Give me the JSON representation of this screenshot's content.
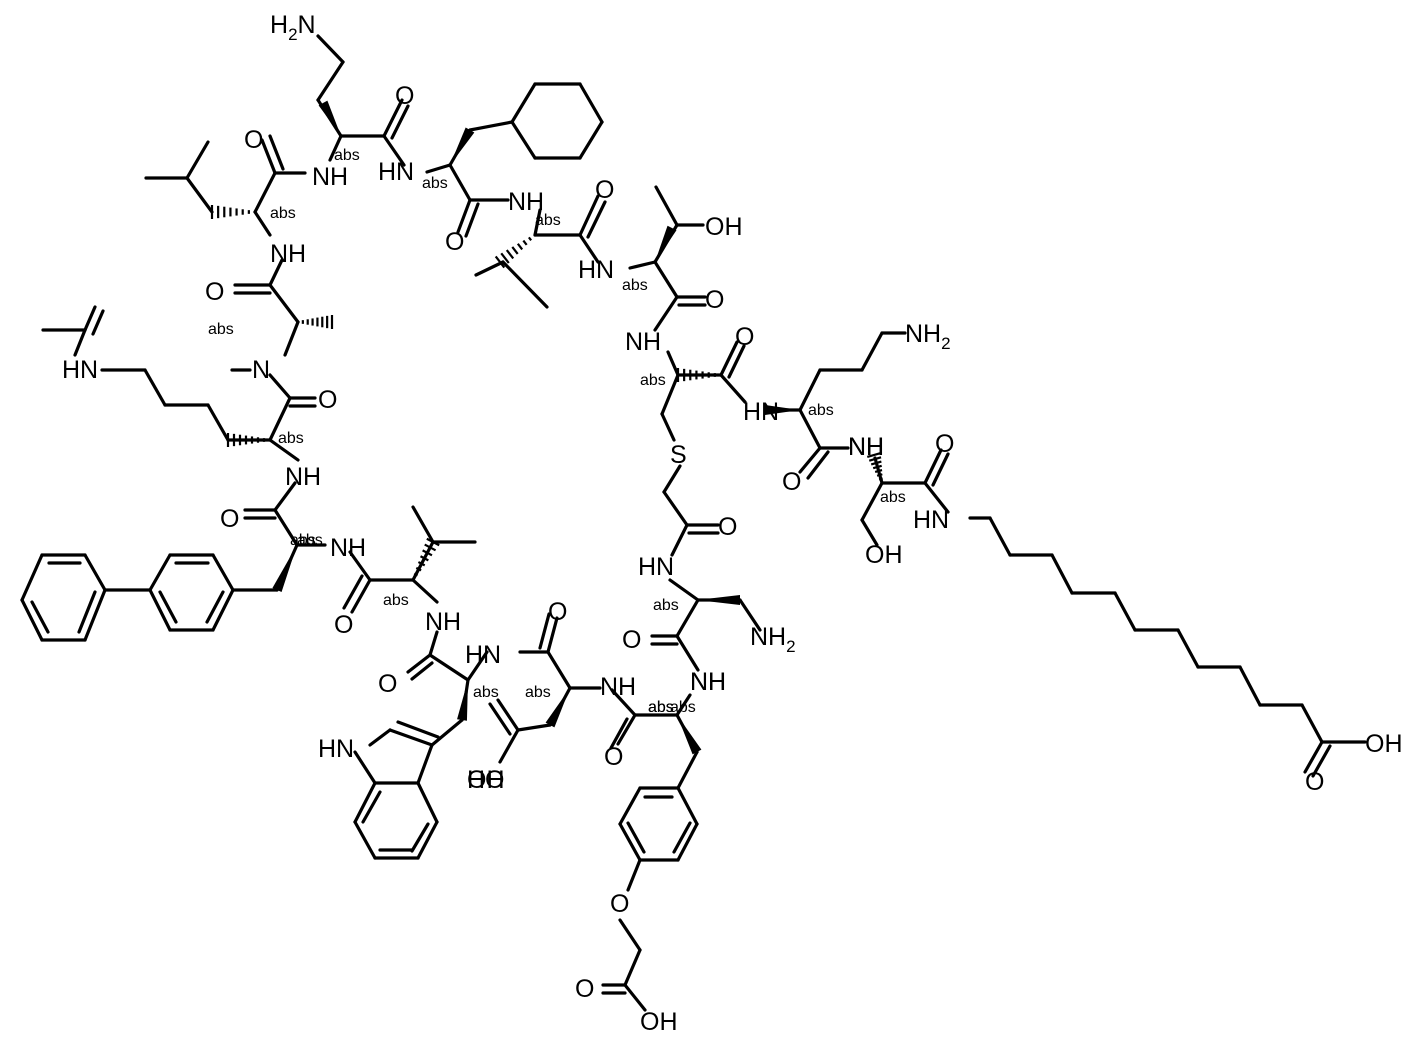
{
  "figure": {
    "atom_labels": [
      "H2N",
      "O",
      "NH",
      "HN",
      "abs",
      "abs",
      "abs",
      "O",
      "NH",
      "abs",
      "NH",
      "abs",
      "O",
      "O",
      "OH",
      "HN",
      "abs",
      "NH",
      "O",
      "O",
      "HN",
      "abs",
      "O",
      "abs",
      "N",
      "NH2",
      "HN",
      "abs",
      "O",
      "abs",
      "O",
      "NH",
      "S",
      "O",
      "abs",
      "NH",
      "O",
      "HN",
      "abs",
      "NH",
      "O",
      "HN",
      "abs",
      "OH",
      "NH",
      "abs",
      "NH",
      "O",
      "abs",
      "O",
      "NH2",
      "O",
      "HN",
      "abs",
      "NH",
      "NH",
      "abs",
      "O",
      "HN",
      "abs",
      "OH",
      "O",
      "NH",
      "abs",
      "O",
      "O",
      "OH",
      "HO",
      "O",
      "OH"
    ],
    "stereo_label": "abs"
  },
  "icons": {
    "molecule": "peptide-structure-diagram"
  }
}
